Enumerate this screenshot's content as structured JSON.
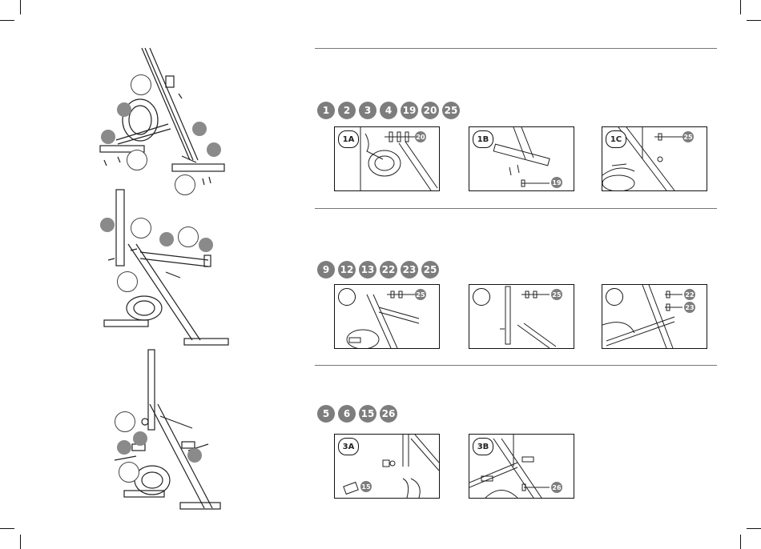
{
  "step1": {
    "parts": [
      "1",
      "2",
      "3",
      "4",
      "19",
      "20",
      "25"
    ],
    "panels": [
      {
        "label": "1A",
        "part": "20"
      },
      {
        "label": "1B",
        "part": "19"
      },
      {
        "label": "1C",
        "part": "25"
      }
    ]
  },
  "step2": {
    "parts": [
      "9",
      "12",
      "13",
      "22",
      "23",
      "25"
    ],
    "panels": [
      {
        "label": "",
        "parts": [
          "25"
        ]
      },
      {
        "label": "",
        "parts": [
          "25"
        ]
      },
      {
        "label": "",
        "parts": [
          "22",
          "23"
        ]
      }
    ]
  },
  "step3": {
    "parts": [
      "5",
      "6",
      "15",
      "26"
    ],
    "panels": [
      {
        "label": "3A",
        "part": "15"
      },
      {
        "label": "3B",
        "part": "26"
      }
    ]
  },
  "colors": {
    "badge": "#7d7d7d",
    "line": "#111111"
  }
}
